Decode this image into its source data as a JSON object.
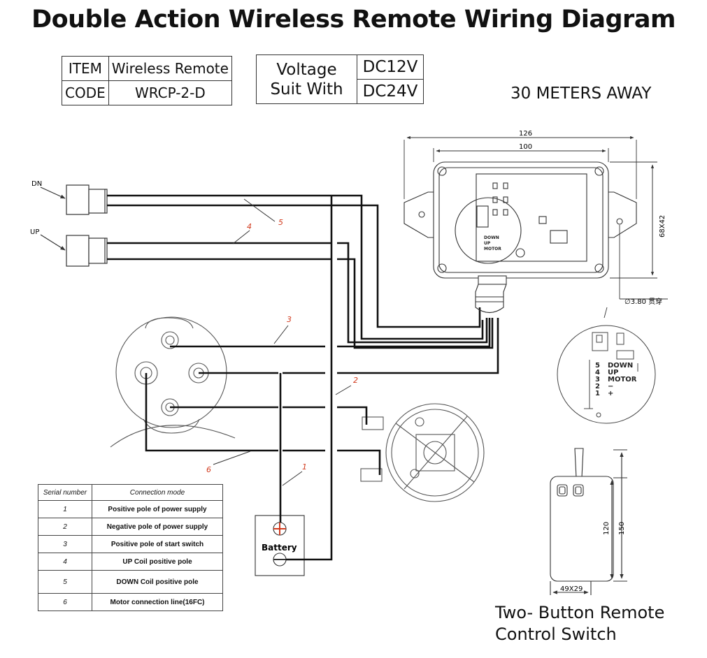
{
  "title": "Double Action Wireless Remote Wiring Diagram",
  "item_table": [
    {
      "key": "ITEM",
      "value": "Wireless Remote"
    },
    {
      "key": "CODE",
      "value": "WRCP-2-D"
    }
  ],
  "voltage": {
    "label_line1": "Voltage",
    "label_line2": "Suit With",
    "v1": "DC12V",
    "v2": "DC24V"
  },
  "distance": "30 METERS AWAY",
  "connectors": {
    "dn": "DN",
    "up": "UP"
  },
  "wire_numbers": [
    "1",
    "2",
    "3",
    "4",
    "5",
    "6"
  ],
  "receiver": {
    "dim_outer": "126",
    "dim_inner": "100",
    "dim_side": "68X42",
    "hole": "∅3.80 贯穿",
    "board_labels": [
      "DOWN",
      "UP",
      "MOTOR"
    ],
    "pins": [
      "5",
      "4",
      "3",
      "2",
      "1"
    ],
    "pin_labels": [
      "DOWN",
      "UP",
      "MOTOR",
      "−",
      "+"
    ]
  },
  "battery": {
    "label": "Battery"
  },
  "remote": {
    "dim_h1": "120",
    "dim_h2": "150",
    "dim_w": "49X29",
    "caption_line1": "Two- Button Remote",
    "caption_line2": "Control Switch"
  },
  "legend": {
    "headers": [
      "Serial number",
      "Connection mode"
    ],
    "rows": [
      {
        "no": "1",
        "mode": "Positive pole of power supply"
      },
      {
        "no": "2",
        "mode": "Negative pole of power supply"
      },
      {
        "no": "3",
        "mode": "Positive pole of start switch"
      },
      {
        "no": "4",
        "mode": "UP Coil positive pole"
      },
      {
        "no": "5",
        "mode": "DOWN Coil positive pole"
      },
      {
        "no": "6",
        "mode": "Motor connection line(16FC)"
      }
    ]
  },
  "colors": {
    "wire": "#111111",
    "callout": "#d23b1e",
    "line": "#333333"
  }
}
